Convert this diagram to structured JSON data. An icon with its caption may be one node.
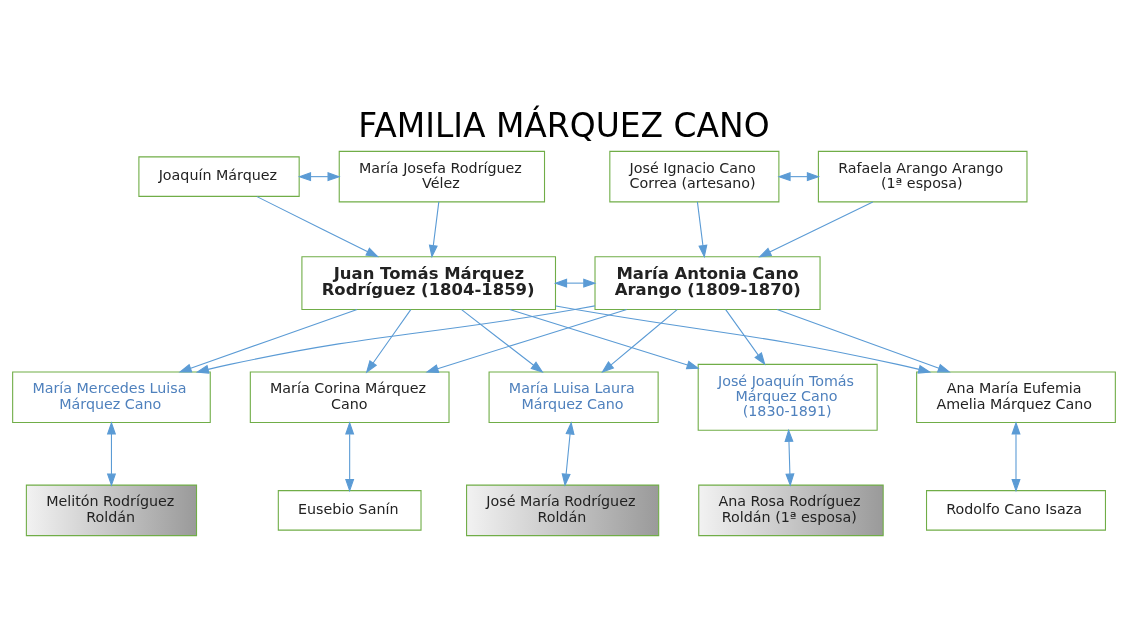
{
  "diagram": {
    "title": "FAMILIA MÁRQUEZ CANO",
    "nodes": [
      {
        "text": [
          "Joaquín Márquez"
        ]
      },
      {
        "text": [
          "María Josefa Rodríguez Vélez"
        ]
      },
      {
        "text": [
          "José Ignacio Cano Correa (artesano)"
        ]
      },
      {
        "text": [
          "Rafaela Arango Arango (1ª esposa)"
        ]
      },
      {
        "text": [
          "Juan Tomás Márquez Rodríguez (1804-1859)"
        ]
      },
      {
        "text": [
          "María Antonia Cano Arango (1809-1870)"
        ]
      },
      {
        "text": [
          "María Mercedes Luisa Márquez Cano"
        ]
      },
      {
        "text": [
          "María Corina Márquez Cano"
        ]
      },
      {
        "text": [
          "María Luisa Laura Márquez Cano"
        ]
      },
      {
        "text": [
          "José Joaquín Tomás Márquez Cano (1830-1891)"
        ]
      },
      {
        "text": [
          "Ana María Eufemia Amelia Márquez Cano"
        ]
      },
      {
        "text": [
          "Melitón Rodríguez Roldán"
        ]
      },
      {
        "text": [
          "Eusebio Sanín"
        ]
      },
      {
        "text": [
          "José María Rodríguez Roldán"
        ]
      },
      {
        "text": [
          "Ana Rosa Rodríguez Roldán (1ª esposa)"
        ]
      },
      {
        "text": [
          "Rodolfo Cano Isaza"
        ]
      }
    ],
    "edges": [
      {
        "from": 0,
        "to": 1,
        "arrow": "both"
      },
      {
        "from": 2,
        "to": 3,
        "arrow": "both"
      },
      {
        "from": 0,
        "to": 4,
        "arrow": "to"
      },
      {
        "from": 1,
        "to": 4,
        "arrow": "to"
      },
      {
        "from": 2,
        "to": 5,
        "arrow": "to"
      },
      {
        "from": 3,
        "to": 5,
        "arrow": "to"
      },
      {
        "from": 4,
        "to": 5,
        "arrow": "both"
      },
      {
        "from": 4,
        "to": 6,
        "arrow": "to"
      },
      {
        "from": 5,
        "to": 6,
        "arrow": "to"
      },
      {
        "from": 4,
        "to": 7,
        "arrow": "to"
      },
      {
        "from": 5,
        "to": 7,
        "arrow": "to"
      },
      {
        "from": 4,
        "to": 8,
        "arrow": "to"
      },
      {
        "from": 5,
        "to": 8,
        "arrow": "to"
      },
      {
        "from": 4,
        "to": 9,
        "arrow": "to"
      },
      {
        "from": 5,
        "to": 9,
        "arrow": "to"
      },
      {
        "from": 4,
        "to": 10,
        "arrow": "to"
      },
      {
        "from": 5,
        "to": 10,
        "arrow": "to"
      },
      {
        "from": 6,
        "to": 11,
        "arrow": "both"
      },
      {
        "from": 7,
        "to": 12,
        "arrow": "both"
      },
      {
        "from": 8,
        "to": 13,
        "arrow": "both"
      },
      {
        "from": 9,
        "to": 14,
        "arrow": "both"
      },
      {
        "from": 10,
        "to": 15,
        "arrow": "both"
      }
    ]
  }
}
